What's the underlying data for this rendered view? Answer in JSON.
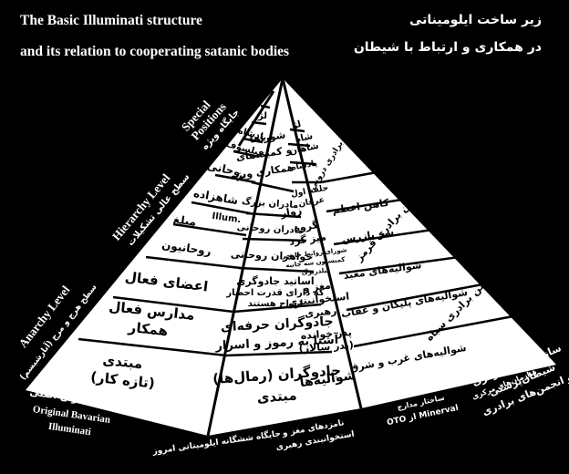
{
  "title": {
    "en_line1": "The Basic Illuminati structure",
    "en_line2": "and its relation to cooperating satanic bodies",
    "fa_line1": "زیر ساخت ایلومیناتی",
    "fa_line2": "در همکاری و ارتباط با شیطان"
  },
  "levels": {
    "special_en_1": "Special",
    "special_en_2": "Positions",
    "special_fa": "جایگاه ویژه",
    "hierarchy_en": "Hierarchy Level",
    "hierarchy_fa": "سطح عالی تشکیلات",
    "anarchy_en": "Anarchy Level",
    "anarchy_fa": "سطح هرج و مرج (آنارشیسم)"
  },
  "left_face": {
    "r1": "لژ",
    "r2": "پادشاه",
    "r3": "فیلسوف",
    "r4": "روحانی",
    "r5": "شاهزاده",
    "r6a": "مبلغ",
    "r6b": "Illum.",
    "r7": "روحانیون",
    "r8": "اعضای فعال",
    "r9a": "مدارس فعال",
    "r9b": "همکار",
    "r10a": "مبتدی",
    "r10b": "(تازه کار)"
  },
  "mid_left": {
    "councils1": "شوراها",
    "councils2": "و کمیته‌های",
    "councils3": "همکاری ویژه",
    "c5": "مادران بزرگ",
    "c6": "مادران روحانی",
    "c7": "خواهران روحانی",
    "c8a": "اساتید جادوگری",
    "c8b": "که دارای قدرت احضار",
    "c8c": "ارواح هستند",
    "c9a": "جادوگران حرفه‌ای",
    "c9b": "آشنا به رموز و اسرار",
    "c10a": "جادوگران (رمال‌ها)",
    "c10b": "مبتدی"
  },
  "mid_right": {
    "m1": "لژ",
    "m2a": "شاه",
    "m2b": "شاهان",
    "m3": "پادشاه",
    "m4a": "حلقه اول",
    "m4b": "عرفان",
    "m5": "زوار",
    "m6a": "گروه",
    "m6b": "میز گرد",
    "m7a": "شورای روابط خارجی",
    "m7b": "کمیسیون سه جانبه",
    "m7c": "بیلدربرگ",
    "m8a": "مغز و",
    "m8b": "استخوانبندی",
    "m8c": "رهبری",
    "m9a": "پدر خوانده",
    "m9b": "(پدر سالار)",
    "m10": "شوالیه‌ها"
  },
  "right_face": {
    "r1": "انجمن برادری درونی",
    "r2": "کاهن اعظم",
    "r3": "سر بازرس",
    "r4": "انجمن برادری قرمز",
    "r5": "شوالیه‌های معبد",
    "r6": "شوالیه‌های پلیکان و عقاب",
    "r7": "انجمن برادری سیاه",
    "r8": "شوالیه‌های غرب و شرق"
  },
  "outer_right": {
    "line1": "سازمان‌های مرکزی",
    "line2": "شیطان‌پرستی",
    "line3": "و انجمن‌های برادری"
  },
  "bottom": {
    "b1": "روشنفکران اصلی",
    "b1_en_1": "Original Bavarian",
    "b1_en_2": "Illuminati",
    "b2": "جایگاه ششگانه ایلومیناتی امروز",
    "b3a": "نامزدهای مغز و",
    "b3b": "استخوانبندی رهبری",
    "b4a": "ساختار مدارج",
    "b4b": "OTO از Minerval",
    "b5": "سازمان‌های مرکزی"
  }
}
